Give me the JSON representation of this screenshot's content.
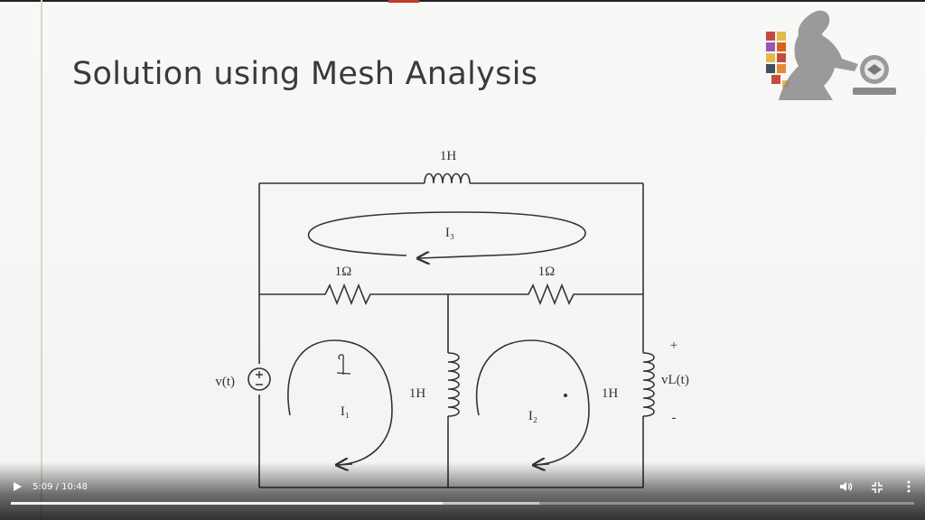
{
  "slide": {
    "title": "Solution using Mesh Analysis"
  },
  "circuit": {
    "top_inductor": "1H",
    "mesh3_current": "I₃",
    "left_resistor": "1Ω",
    "right_resistor": "1Ω",
    "source": "v(t)",
    "mesh1_current": "I₁",
    "mesh2_current": "I₂",
    "middle_inductor": "1H",
    "right_inductor": "1H",
    "output_voltage": "vL(t)",
    "plus_sign": "+",
    "minus_sign": "-"
  },
  "player": {
    "time": "5:09 / 10:48",
    "progress": 0.478,
    "buffered": 0.585
  }
}
